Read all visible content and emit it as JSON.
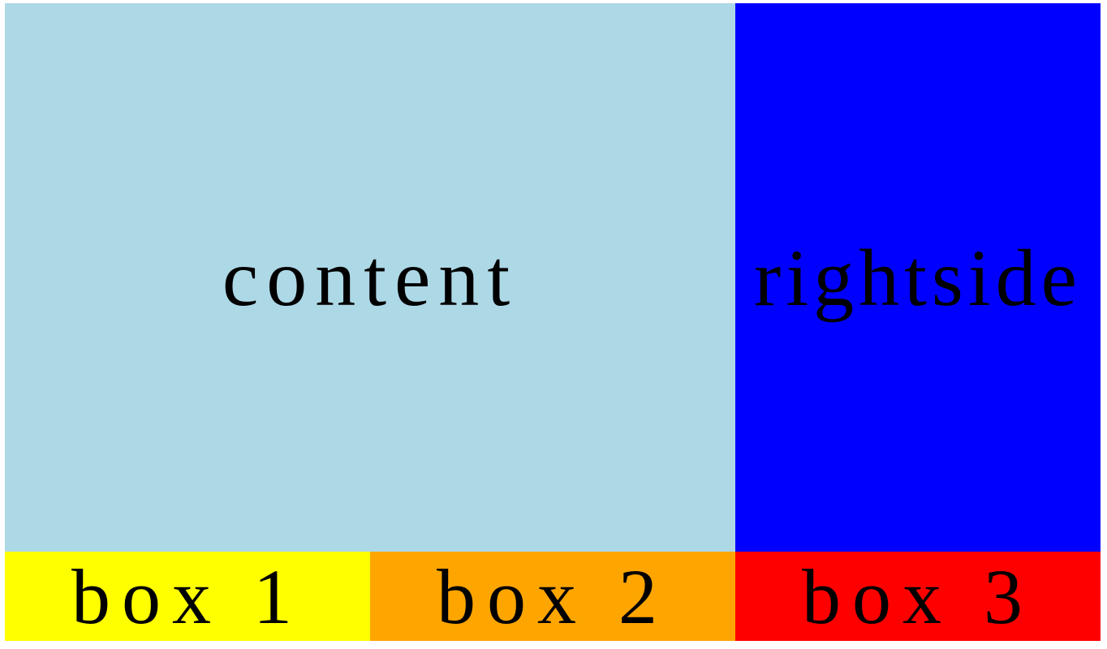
{
  "main": {
    "content_label": "content",
    "rightside_label": "rightside"
  },
  "footer": {
    "boxes": [
      {
        "label": "box 1"
      },
      {
        "label": "box 2"
      },
      {
        "label": "box 3"
      }
    ]
  },
  "colors": {
    "content_bg": "#add8e6",
    "rightside_bg": "#0000ff",
    "box1_bg": "#ffff00",
    "box2_bg": "#ffa500",
    "box3_bg": "#ff0000"
  }
}
